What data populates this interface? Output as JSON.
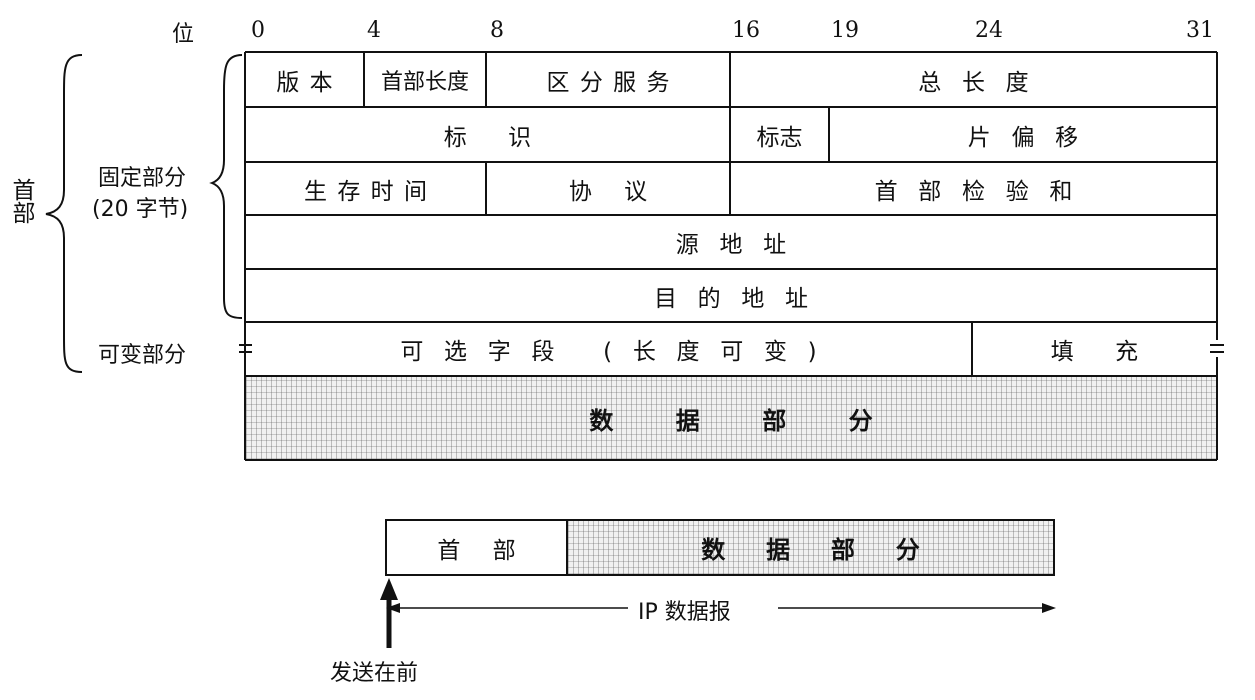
{
  "bit_axis": {
    "label": "位",
    "marks": [
      "0",
      "4",
      "8",
      "16",
      "19",
      "24",
      "31"
    ]
  },
  "side_labels": {
    "header": "首部",
    "fixed_part_line1": "固定部分",
    "fixed_part_line2": "(20 字节)",
    "variable_part": "可变部分"
  },
  "fields": {
    "version": "版本",
    "header_length": "首部长度",
    "diff_services": "区分服务",
    "total_length": "总长度",
    "identification": "标识",
    "flags": "标志",
    "fragment_offset": "片偏移",
    "ttl": "生存时间",
    "protocol": "协议",
    "header_checksum": "首部检验和",
    "source_address": "源地址",
    "destination_address": "目的地址",
    "options": "可选字段 (长度可变)",
    "padding": "填充",
    "data": "数据部分"
  },
  "datagram": {
    "header": "首部",
    "data": "数据部分",
    "arrow_label": "IP 数据报",
    "sent_first": "发送在前"
  }
}
